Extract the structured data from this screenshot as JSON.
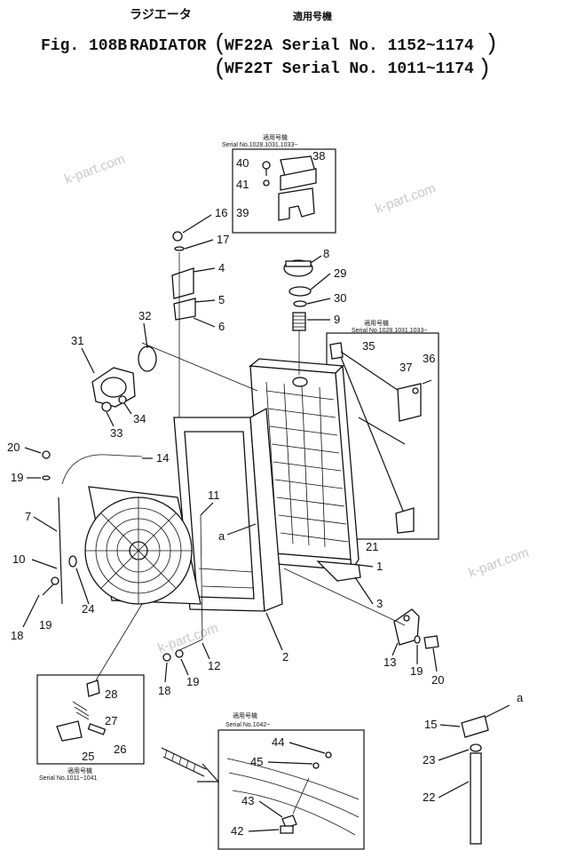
{
  "header": {
    "jp_title": "ラジエータ",
    "jp_serial": "適用号機",
    "fig": "Fig. 108B",
    "name": "RADIATOR",
    "line1": "WF22A  Serial No. 1152~1174",
    "line2": "WF22T  Serial No. 1011~1174"
  },
  "watermark": "k-part.com",
  "insets": {
    "top": {
      "jp": "適用号機",
      "serial": "Serial No.1028,1031,1033~"
    },
    "right": {
      "jp": "適用号機",
      "serial": "Serial No.1028,1031,1033~"
    },
    "bottom_left": {
      "jp": "適用号機",
      "serial": "Serial No.1011~1041"
    },
    "bottom_center": {
      "jp": "適用号機",
      "serial": "Serial No.1042~"
    }
  },
  "callouts": [
    "1",
    "2",
    "3",
    "4",
    "5",
    "6",
    "7",
    "8",
    "9",
    "10",
    "11",
    "12",
    "13",
    "14",
    "15",
    "16",
    "17",
    "18",
    "18",
    "19",
    "19",
    "19",
    "20",
    "20",
    "21",
    "22",
    "23",
    "24",
    "25",
    "26",
    "27",
    "28",
    "29",
    "30",
    "31",
    "32",
    "33",
    "34",
    "35",
    "36",
    "37",
    "38",
    "39",
    "40",
    "41",
    "42",
    "43",
    "44",
    "45",
    "a",
    "a"
  ]
}
